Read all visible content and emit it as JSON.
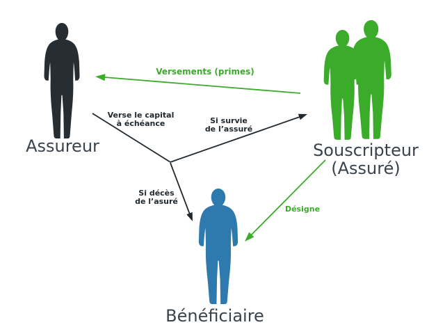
{
  "colors": {
    "green": "#3aac29",
    "blue": "#2e79ad",
    "dark": "#272e33",
    "arrow": "#20292f"
  },
  "actors": {
    "assureur": {
      "label": "Assureur"
    },
    "souscripteur": {
      "label": "Souscripteur",
      "sublabel": "(Assuré)"
    },
    "beneficiaire": {
      "label": "Bénéficiaire"
    }
  },
  "relations": {
    "versements": {
      "label": "Versements (primes)"
    },
    "verse_capital": {
      "line1": "Verse le capital",
      "line2": "à échéance"
    },
    "si_survie": {
      "line1": "Si survie",
      "line2": "de l’assuré"
    },
    "si_deces": {
      "line1": "Si décès",
      "line2": "de l’asuré"
    },
    "designe": {
      "label": "Désigne"
    }
  }
}
